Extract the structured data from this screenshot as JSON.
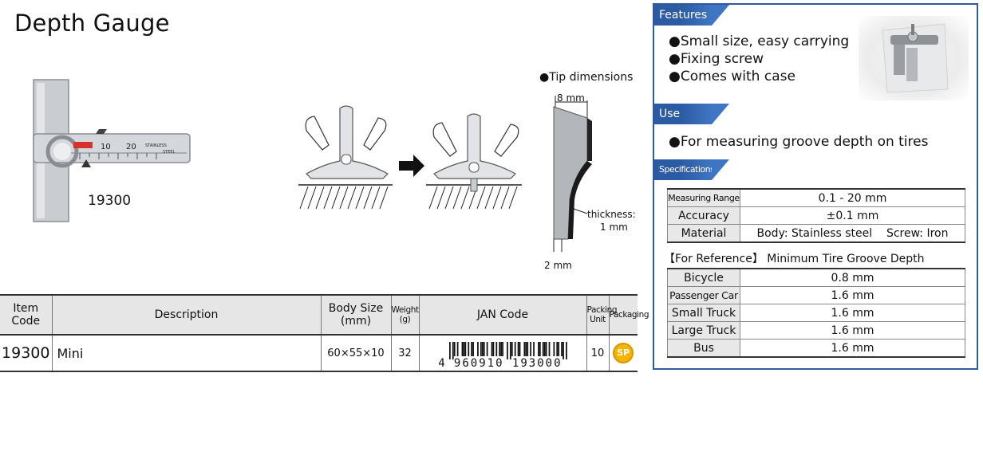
{
  "title": "Depth Gauge",
  "item_caption": "19300",
  "tip": {
    "heading": "●Tip dimensions",
    "width_top": "8 mm",
    "thickness_line1": "thickness:",
    "thickness_line2": "1 mm",
    "width_bottom": "2 mm"
  },
  "gauge_markings": {
    "scale_10": "10",
    "scale_20": "20",
    "stainless": "STAINLESS",
    "steel": "STEEL"
  },
  "product_table": {
    "headers": {
      "code": [
        "Item",
        "Code"
      ],
      "description": "Description",
      "body_size": [
        "Body Size",
        "(mm)"
      ],
      "weight": [
        "Weight",
        "(g)"
      ],
      "jan": "JAN Code",
      "packing_unit": [
        "Packing",
        "Unit"
      ],
      "packaging": "Packaging"
    },
    "rows": [
      {
        "code": "19300",
        "description": "Mini",
        "body_size": "60×55×10",
        "weight": "32",
        "jan_first": "4",
        "jan_digits": "960910 193000",
        "packing_unit": "10",
        "packaging": "SP"
      }
    ]
  },
  "features": {
    "heading": "Features",
    "items": [
      "●Small size, easy carrying",
      "●Fixing screw",
      "●Comes with case"
    ]
  },
  "use": {
    "heading": "Use",
    "items": [
      "●For measuring groove depth on tires"
    ]
  },
  "specifications": {
    "heading": "Specifications",
    "rows": [
      {
        "label": "Measuring Range",
        "value": "0.1 - 20 mm"
      },
      {
        "label": "Accuracy",
        "value": "±0.1 mm"
      },
      {
        "label": "Material",
        "value": "Body: Stainless steel    Screw: Iron"
      }
    ]
  },
  "reference": {
    "heading": "【For Reference】 Minimum Tire Groove Depth",
    "rows": [
      {
        "label": "Bicycle",
        "value": "0.8 mm"
      },
      {
        "label": "Passenger Car",
        "value": "1.6 mm"
      },
      {
        "label": "Small Truck",
        "value": "1.6 mm"
      },
      {
        "label": "Large Truck",
        "value": "1.6 mm"
      },
      {
        "label": "Bus",
        "value": "1.6 mm"
      }
    ]
  },
  "colors": {
    "accent_blue": "#2b5ba3",
    "packaging_badge": "#f5b400",
    "table_header_bg": "#e6e6e6"
  }
}
